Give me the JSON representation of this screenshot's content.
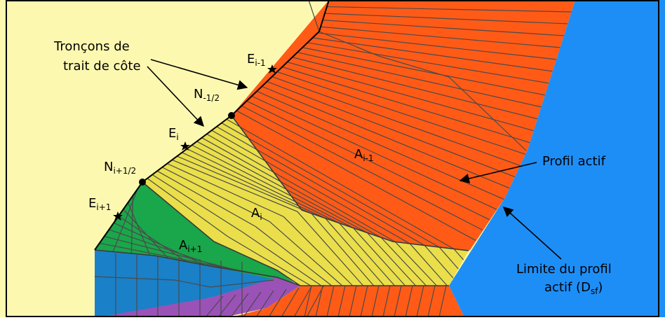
{
  "colors": {
    "land": "#fdf8b0",
    "sea": "#1e8ef7",
    "cell_orange": "#ff5b17",
    "cell_yellow": "#eadf4a",
    "cell_green": "#1aa64a",
    "cell_blue": "#1a80c8",
    "cell_purple": "#9a52b7",
    "grid_line": "#4a4a4a",
    "frame": "#000000"
  },
  "labels": {
    "troncons_line1": "Tronçons de",
    "troncons_line2": "trait de côte",
    "profil_actif": "Profil actif",
    "limite_line1": "Limite du profil",
    "limite_line2_pre": "actif (D",
    "limite_line2_sub": "sf",
    "limite_line2_post": ")"
  },
  "points": {
    "e_im1": {
      "base": "E",
      "sub": "i-1"
    },
    "n_m12": {
      "base": "N",
      "sub": "-1/2"
    },
    "e_i": {
      "base": "E",
      "sub": "i"
    },
    "n_ip12": {
      "base": "N",
      "sub": "i+1/2"
    },
    "e_ip1": {
      "base": "E",
      "sub": "i+1"
    }
  },
  "areas": {
    "a_im1": {
      "base": "A",
      "sub": "i-1"
    },
    "a_i": {
      "base": "A",
      "sub": "i"
    },
    "a_ip1": {
      "base": "A",
      "sub": "i+1"
    }
  },
  "icons": {
    "star": "star-icon",
    "node": "node-dot-icon"
  }
}
